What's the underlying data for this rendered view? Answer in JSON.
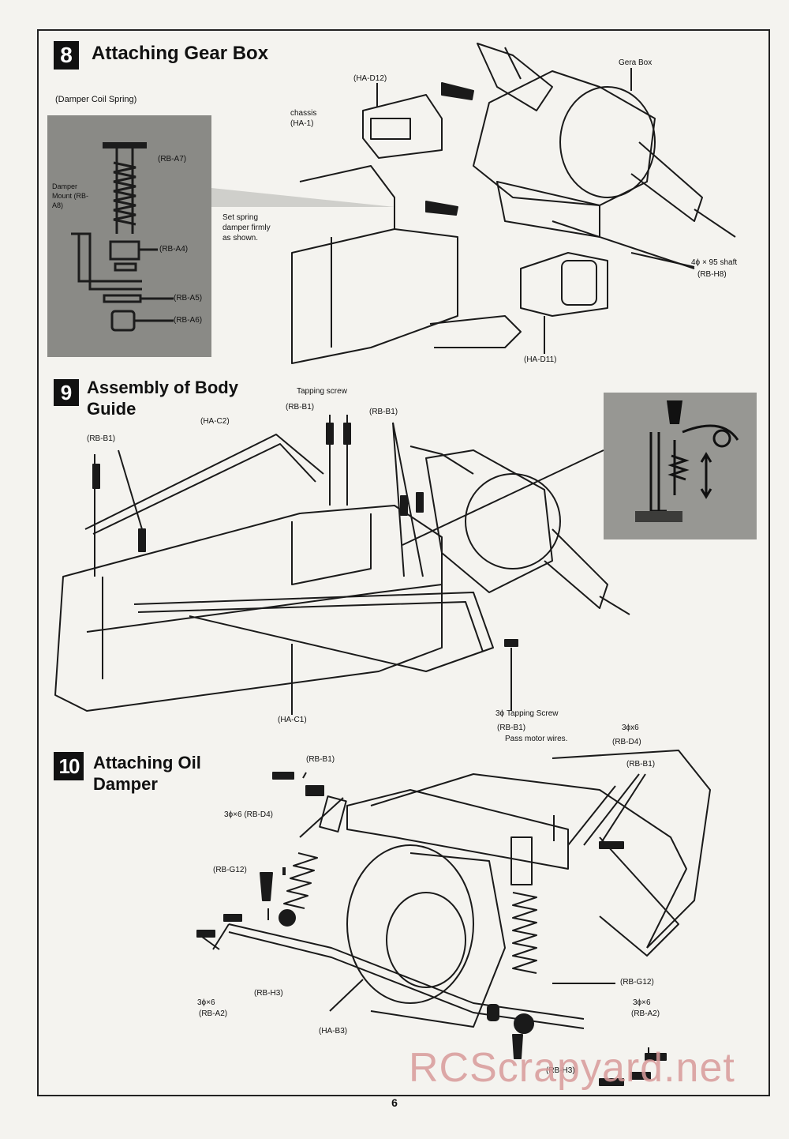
{
  "page_number": "6",
  "watermark": "RCScrapyard.net",
  "step8": {
    "number": "8",
    "title": "Attaching Gear Box",
    "inset_caption": "(Damper Coil Spring)",
    "inset_labels": [
      "Damper Mount (RB-A8)",
      "(RB-A4)",
      "(RB-A5)",
      "(RB-A6)",
      "(RB-A7)"
    ],
    "labels": {
      "ha_d12": "(HA-D12)",
      "chassis": "chassis",
      "ha_1": "(HA-1)",
      "gear_box": "Gera Box",
      "set_spring_1": "Set spring",
      "set_spring_2": "damper firmly",
      "set_spring_3": "as shown.",
      "shaft": "4ϕ × 95 shaft",
      "rb_h8": "(RB-H8)",
      "ha_d11": "(HA-D11)"
    }
  },
  "step9": {
    "number": "9",
    "title_line1": "Assembly of Body",
    "title_line2": "Guide",
    "labels": {
      "tapping_screw": "Tapping screw",
      "rb_b1_top": "(RB-B1)",
      "ha_c2": "(HA-C2)",
      "rb_b1_left": "(RB-B1)",
      "rb_b1_right": "(RB-B1)",
      "ha_c1": "(HA-C1)",
      "tapping_screw_3": "3ϕ Tapping Screw"
    }
  },
  "step10": {
    "number": "10",
    "title_line1": "Attaching Oil",
    "title_line2": "Damper",
    "labels": {
      "rb_b1_a": "(RB-B1)",
      "pass_motor": "Pass motor wires.",
      "rb_b1_b": "(RB-B1)",
      "d4_right_1": "3ϕx6",
      "d4_right_2": "(RB-D4)",
      "rb_b1_c": "(RB-B1)",
      "d4_left": "3ϕ×6 (RB-D4)",
      "rb_g12_left": "(RB-G12)",
      "a2_left_1": "3ϕ×6",
      "a2_left_2": "(RB-A2)",
      "rb_h3_left": "(RB-H3)",
      "ha_b3": "(HA-B3)",
      "rb_g12_right": "(RB-G12)",
      "a2_right_1": "3ϕ×6",
      "a2_right_2": "(RB-A2)",
      "rb_h3_right": "(RB-H3)"
    }
  }
}
